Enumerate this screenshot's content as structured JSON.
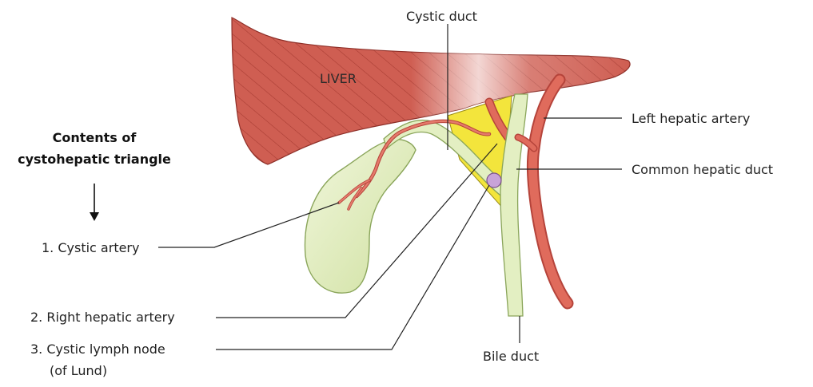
{
  "labels": {
    "liver": "LIVER",
    "cystic_duct": "Cystic duct",
    "left_hepatic_artery": "Left hepatic artery",
    "common_hepatic_duct": "Common hepatic duct",
    "bile_duct": "Bile duct",
    "contents_title_line1": "Contents of",
    "contents_title_line2": "cystohepatic triangle",
    "item_1": "1. Cystic artery",
    "item_2": "2. Right hepatic artery",
    "item_3": "3. Cystic lymph node",
    "item_3_sub": "(of Lund)"
  },
  "colors": {
    "liver_fill": "#c9554a",
    "liver_hatch": "#a63a31",
    "artery": "#e06b5c",
    "artery_edge": "#b5433a",
    "duct_fill": "#e3efc2",
    "duct_edge": "#8aa55a",
    "triangle_fill": "#f3e53c",
    "lymph_node": "#c8a3d8",
    "text": "#222222"
  }
}
